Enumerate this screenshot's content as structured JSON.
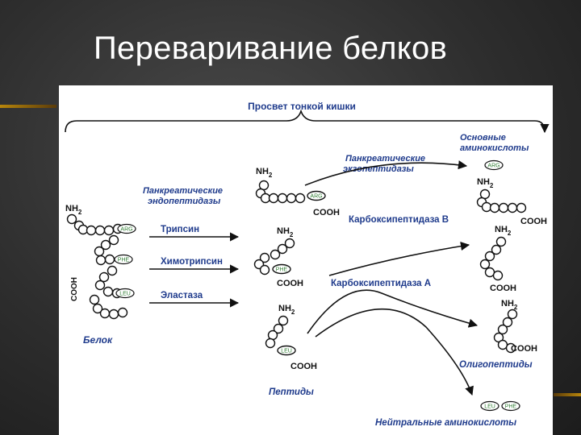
{
  "slide": {
    "title": "Переваривание белков"
  },
  "diagram": {
    "lumen": "Просвет тонкой кишки",
    "endopeptidases": [
      "Панкреатические",
      "эндопептидазы"
    ],
    "exopeptidases": [
      "Панкреатические",
      "экзопептидазы"
    ],
    "basic_aa": [
      "Основные",
      "аминокислоты"
    ],
    "trypsin": "Трипсин",
    "chymotrypsin": "Химотрипсин",
    "elastase": "Эластаза",
    "carboxypeptidase_b": "Карбоксипептидаза В",
    "carboxypeptidase_a": "Карбоксипептидаза А",
    "protein": "Белок",
    "peptides": "Пептиды",
    "oligopeptides": "Олигопептиды",
    "neutral_aa": "Нейтральные аминокислоты",
    "nh2": "NH",
    "nh2_sub": "2",
    "cooh": "COOH",
    "tags": {
      "arg": "ARG",
      "phe": "PHE",
      "leu": "LEU"
    }
  },
  "colors": {
    "accent_blue": "#1f3b8c",
    "tag_green": "#2e7d32",
    "background": "#2e2e2e"
  }
}
